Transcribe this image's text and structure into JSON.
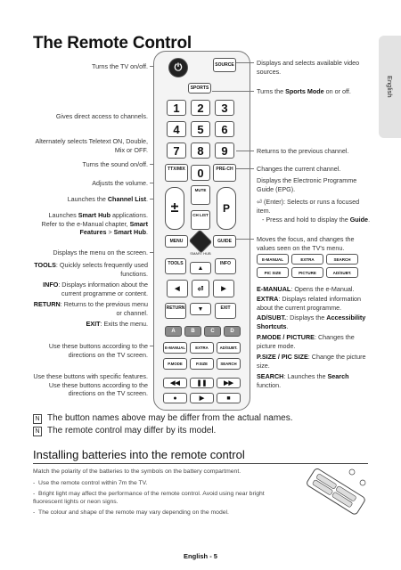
{
  "title": "The Remote Control",
  "lang_tab": "English",
  "left_labels": [
    {
      "text": "Turns the TV on/off."
    },
    {
      "text": "Gives direct access to channels."
    },
    {
      "text": "Alternately selects Teletext ON, Double, Mix or OFF."
    },
    {
      "text": "Turns the sound on/off."
    },
    {
      "text": "Adjusts the volume."
    },
    {
      "pre": "Launches the ",
      "bold": "Channel List",
      "post": "."
    },
    {
      "pre": "Launches ",
      "bold": "Smart Hub",
      "post": " applications. Refer to the e-Manual chapter, ",
      "bold2": "Smart Features",
      "post2": " > ",
      "bold3": "Smart Hub",
      "post3": "."
    },
    {
      "text": "Displays the menu on the screen."
    },
    {
      "bold": "TOOLS",
      "post": ": Quickly selects frequently used functions."
    },
    {
      "bold": "INFO",
      "post": ": Displays information about the current programme or content."
    },
    {
      "bold": "RETURN",
      "post": ": Returns to the previous menu or channel."
    },
    {
      "bold": "EXIT",
      "post": ": Exits the menu."
    },
    {
      "text": "Use these buttons according to the directions on the TV screen."
    },
    {
      "text": "Use these buttons with specific features. Use these buttons according to the directions on the TV screen."
    }
  ],
  "right_labels": [
    {
      "text": "Displays and selects available video sources."
    },
    {
      "pre": "Turns the ",
      "bold": "Sports Mode",
      "post": " on or off."
    },
    {
      "text": "Returns to the previous channel."
    },
    {
      "text": "Changes the current channel."
    },
    {
      "text": "Displays the Electronic Programme Guide (EPG)."
    },
    {
      "pre": "(Enter): Selects or runs a focused item."
    },
    {
      "pre": "- Press and hold to display the ",
      "bold": "Guide",
      "post": "."
    },
    {
      "text": "Moves the focus, and changes the values seen on the TV's menu."
    },
    {
      "bold": "E-MANUAL",
      "post": ": Opens the e-Manual."
    },
    {
      "bold": "EXTRA",
      "post": ": Displays related information about the current programme."
    },
    {
      "bold": "AD/SUBT.",
      "post": ": Displays the ",
      "bold2": "Accessibility Shortcuts",
      "post2": "."
    },
    {
      "bold": "P.MODE / PICTURE",
      "post": ": Changes the picture mode."
    },
    {
      "bold": "P.SIZE / PIC SIZE",
      "post": ": Change the picture size."
    },
    {
      "bold": "SEARCH",
      "post": ": Launches the ",
      "bold2": "Search",
      "post2": " function."
    }
  ],
  "remote": {
    "source": "SOURCE",
    "sports": "SPORTS",
    "digits": [
      "1",
      "2",
      "3",
      "4",
      "5",
      "6",
      "7",
      "8",
      "9",
      "0"
    ],
    "ttx": "TTX/MIX",
    "prech": "PRE-CH",
    "mute": "MUTE",
    "chlist": "CH LIST",
    "p": "P",
    "menu": "MENU",
    "guide": "GUIDE",
    "smarthub": "SMART HUB",
    "tools": "TOOLS",
    "info": "INFO",
    "return": "RETURN",
    "exit": "EXIT",
    "colors": [
      {
        "label": "A",
        "color": "#888888"
      },
      {
        "label": "B",
        "color": "#888888"
      },
      {
        "label": "C",
        "color": "#888888"
      },
      {
        "label": "D",
        "color": "#888888"
      }
    ],
    "row_a": [
      "E-MANUAL",
      "EXTRA",
      "AD/SUBT."
    ],
    "row_b": [
      "P.MODE",
      "P.SIZE",
      "SEARCH"
    ],
    "mini_a": [
      "E-MANUAL",
      "EXTRA",
      "SEARCH"
    ],
    "mini_b": [
      "PIC SIZE",
      "PICTURE",
      "AD/SUBT."
    ]
  },
  "notes": [
    "The button names above may be differ from the actual names.",
    "The remote control may differ by its model."
  ],
  "section": {
    "heading": "Installing batteries into the remote control",
    "intro": "Match the polarity of the batteries to the symbols on the battery compartment.",
    "bullets": [
      "Use the remote control within 7m the TV.",
      "Bright light may affect the performance of the remote control. Avoid using near bright fluorescent lights or neon signs.",
      "The colour and shape of the remote may vary depending on the model."
    ]
  },
  "footer": "English - 5"
}
